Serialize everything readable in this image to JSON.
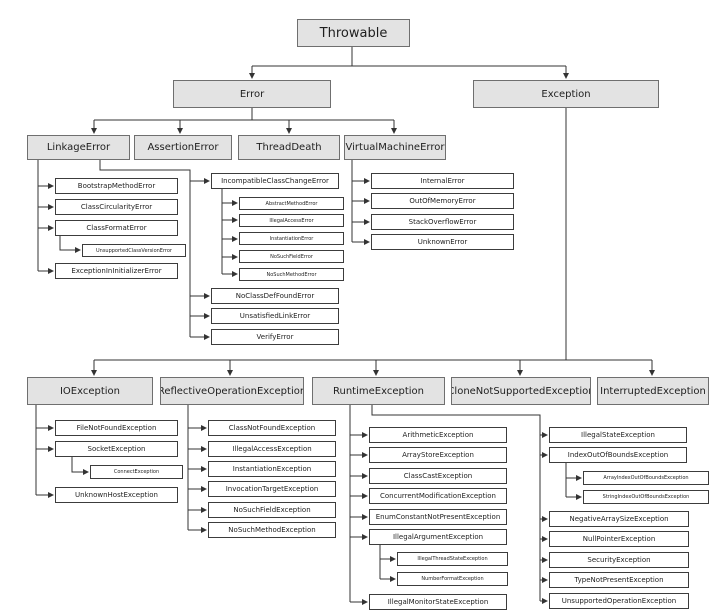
{
  "diagram": {
    "root": "Throwable",
    "error": "Error",
    "exception": "Exception",
    "linkage_error": "LinkageError",
    "assertion_error": "AssertionError",
    "thread_death": "ThreadDeath",
    "virtual_machine_error": "VirtualMachineError",
    "linkage_children": [
      "BootstrapMethodError",
      "ClassCircularityError",
      "ClassFormatError",
      "ExceptionInInitializerError"
    ],
    "unsupported_class_version_error": "UnsupportedClassVersionError",
    "incompatible_class_change_error": "IncompatibleClassChangeError",
    "incompatible_children": [
      "AbstractMethodError",
      "IllegalAccessError",
      "InstantiationError",
      "NoSuchFieldError",
      "NoSuchMethodError"
    ],
    "linkage_more": [
      "NoClassDefFoundError",
      "UnsatisfiedLinkError",
      "VerifyError"
    ],
    "vm_children": [
      "InternalError",
      "OutOfMemoryError",
      "StackOverflowError",
      "UnknownError"
    ],
    "exception_children": [
      "IOException",
      "ReflectiveOperationException",
      "RuntimeException",
      "CloneNotSupportedException",
      "InterruptedException"
    ],
    "io_children": [
      "FileNotFoundException",
      "SocketException",
      "UnknownHostException"
    ],
    "connect_exception": "ConnectException",
    "reflective_children": [
      "ClassNotFoundException",
      "IllegalAccessException",
      "InstantiationException",
      "InvocationTargetException",
      "NoSuchFieldException",
      "NoSuchMethodException"
    ],
    "runtime_left": [
      "ArithmeticException",
      "ArrayStoreException",
      "ClassCastException",
      "ConcurrentModificationException",
      "EnumConstantNotPresentException",
      "IllegalArgumentException",
      "IllegalMonitorStateException"
    ],
    "illegal_argument_children": [
      "IllegalThreadStateException",
      "NumberFormatException"
    ],
    "runtime_right": [
      "IllegalStateException",
      "IndexOutOfBoundsException",
      "NegativeArraySizeException",
      "NullPointerException",
      "SecurityException",
      "TypeNotPresentException",
      "UnsupportedOperationException"
    ],
    "index_children": [
      "ArrayIndexOutOfBoundsException",
      "StringIndexOutOfBoundsException"
    ]
  }
}
